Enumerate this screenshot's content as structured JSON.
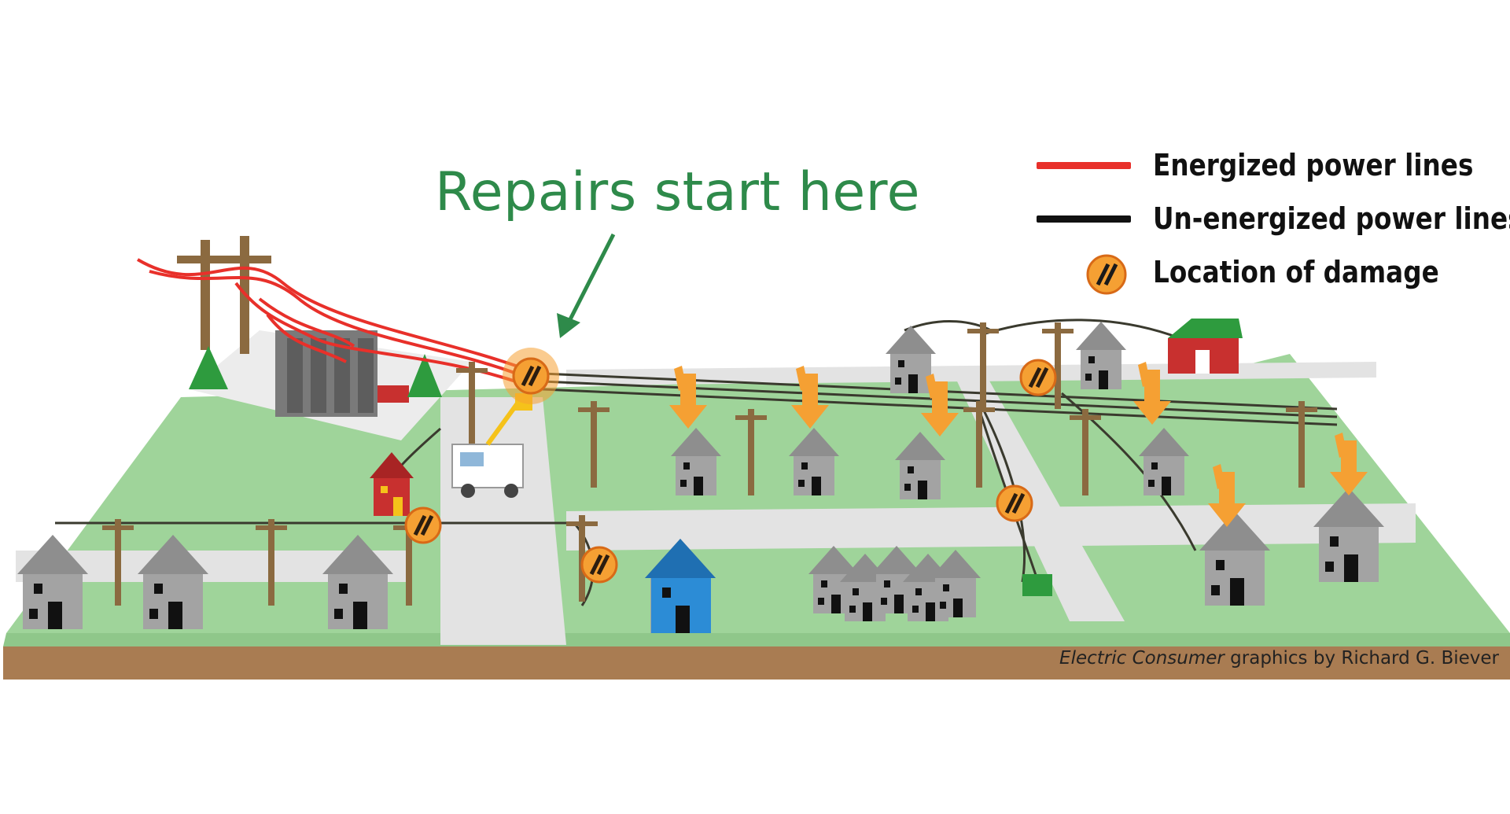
{
  "callout": {
    "text": "Repairs start here"
  },
  "legend": {
    "items": [
      {
        "label": "Energized power lines",
        "symbol": "line",
        "color": "#e8302a"
      },
      {
        "label": "Un-energized power lines",
        "symbol": "line",
        "color": "#111111"
      },
      {
        "label": "Location of damage",
        "symbol": "damage-icon",
        "color": "#f5a033"
      }
    ]
  },
  "credit": {
    "publication": "Electric Consumer",
    "byline": " graphics by Richard G. Biever"
  },
  "colors": {
    "grass": "#9fd49a",
    "road": "#e3e3e3",
    "ground_edge": "#a97c52",
    "house": "#9b9b9b",
    "energized": "#e8302a",
    "unenergized": "#3a3a2e",
    "damage": "#f5a033",
    "arrow": "#2e8a4a",
    "tree": "#2e9b3e",
    "barn": "#c8302f"
  }
}
